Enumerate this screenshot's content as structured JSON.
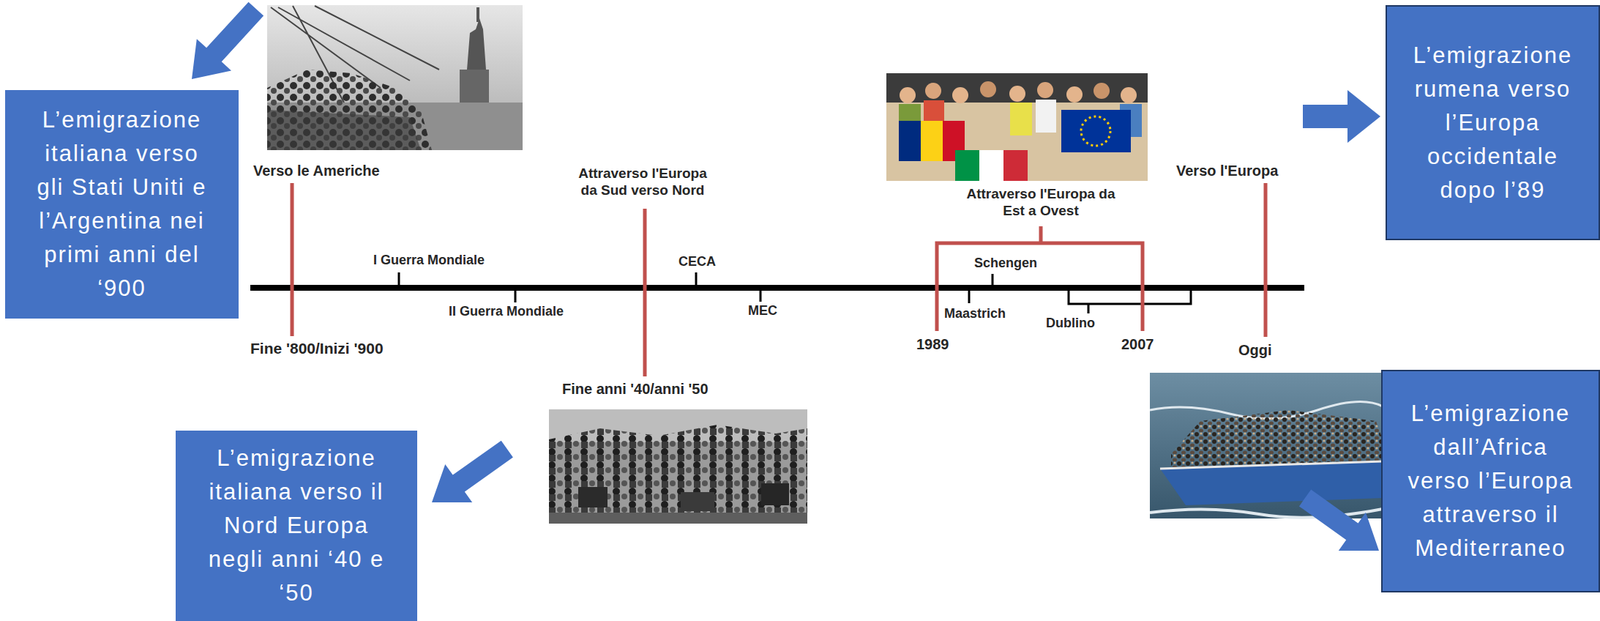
{
  "diagram": {
    "nodes": [
      {
        "text": [
          "L’emigrazione italiana verso gli Stati Uniti e l’Argentina nei primi anni del ‘900"
        ]
      },
      {
        "text": [
          "L’emigrazione rumena verso l’Europa occidentale dopo l’89"
        ]
      },
      {
        "text": [
          "L’emigrazione italiana verso il Nord Europa negli anni ‘40 e ‘50"
        ]
      },
      {
        "text": [
          "L’emigrazione dall’Africa verso l’Europa attraverso il Mediterraneo"
        ]
      }
    ],
    "labels": [
      "Verso le Americhe",
      "I Guerra Mondiale",
      "II Guerra Mondiale",
      "Fine '800/Inizi '900",
      "Attraverso l'Europa da Sud verso Nord",
      "CECA",
      "Fine anni '40/anni '50",
      "MEC",
      "Attraverso l'Europa da Est a Ovest",
      "Schengen",
      "Maastrich",
      "1989",
      "Dublino",
      "2007",
      "Verso l'Europa",
      "Oggi"
    ]
  }
}
